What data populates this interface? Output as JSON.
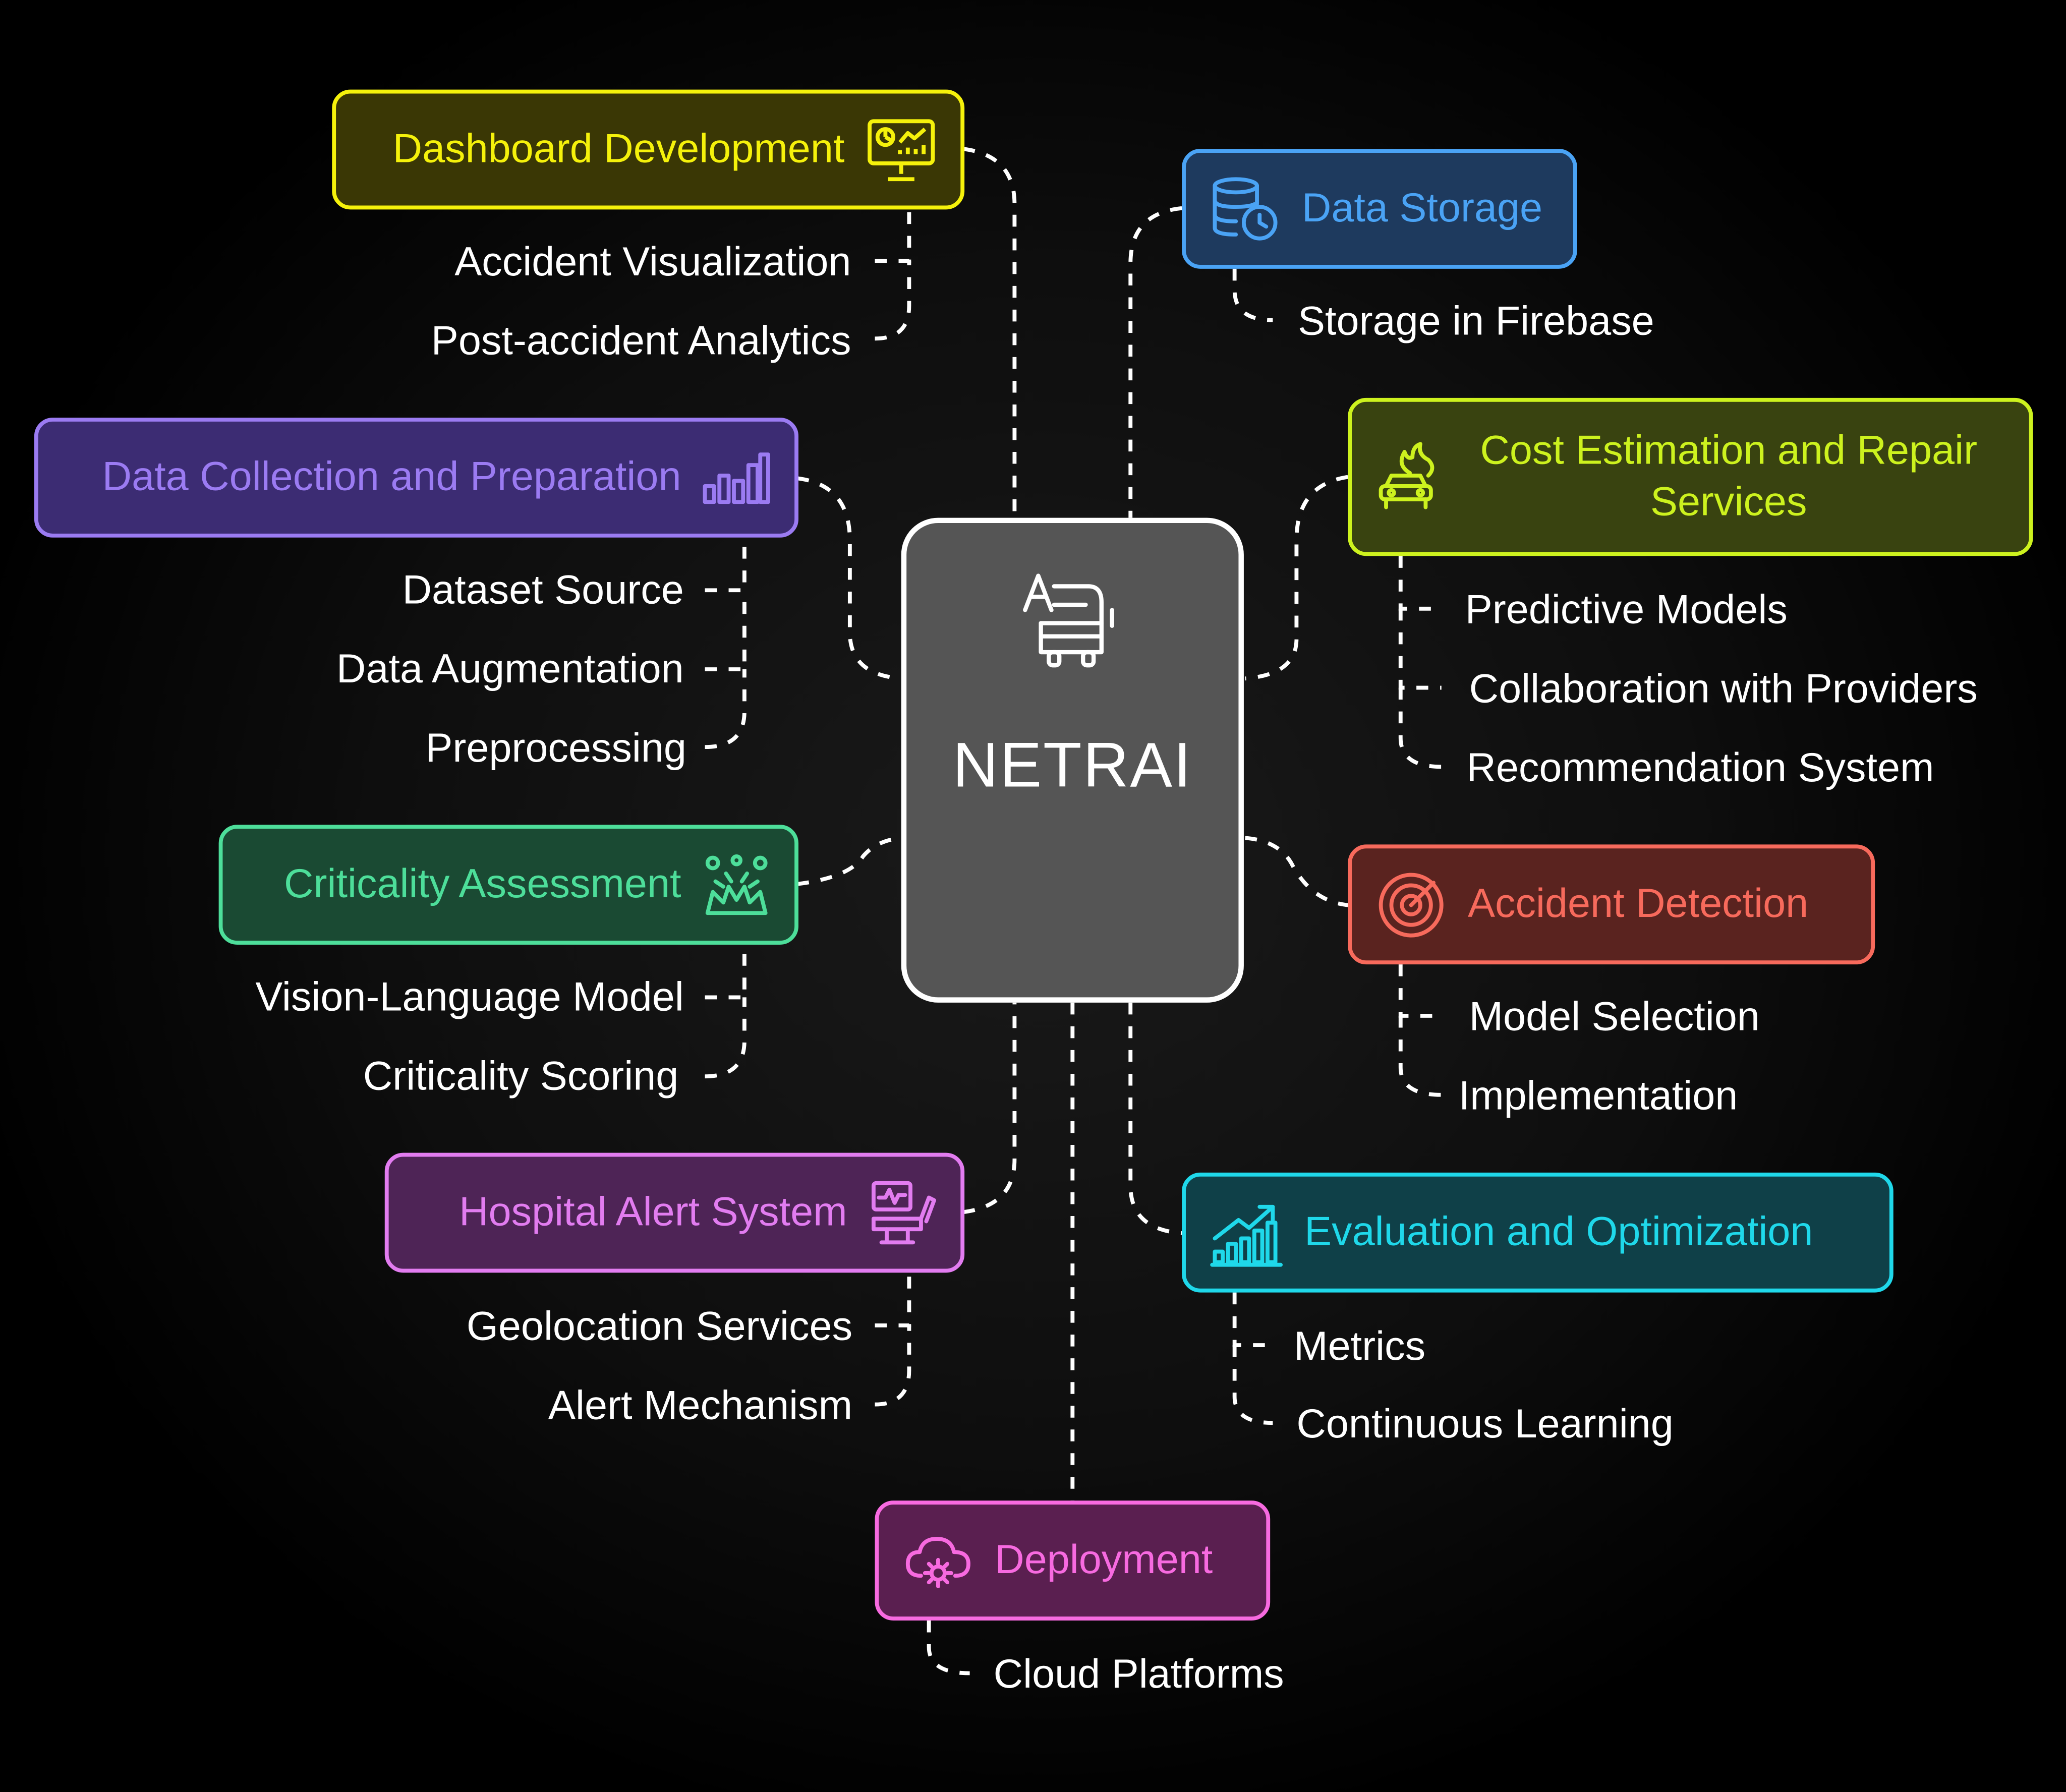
{
  "center": {
    "title": "NETRAI",
    "icon": "bus-text-icon"
  },
  "categories": {
    "dashboard": {
      "label": "Dashboard Development",
      "icon": "dashboard-monitor-icon",
      "color": "#f5f10b",
      "bg": "#3a3705",
      "items": [
        "Accident Visualization",
        "Post-accident Analytics"
      ]
    },
    "data_collection": {
      "label": "Data Collection and Preparation",
      "icon": "bar-chart-icon",
      "color": "#9b7bf2",
      "bg": "#3c2c73",
      "items": [
        "Dataset Source",
        "Data Augmentation",
        "Preprocessing"
      ]
    },
    "criticality": {
      "label": "Criticality Assessment",
      "icon": "spark-burst-icon",
      "color": "#4dde9a",
      "bg": "#1a4a33",
      "items": [
        "Vision-Language Model",
        "Criticality Scoring"
      ]
    },
    "hospital": {
      "label": "Hospital Alert System",
      "icon": "hospital-monitor-icon",
      "color": "#e27cf0",
      "bg": "#4e2456",
      "items": [
        "Geolocation Services",
        "Alert Mechanism"
      ]
    },
    "storage": {
      "label": "Data Storage",
      "icon": "database-clock-icon",
      "color": "#4aa3f5",
      "bg": "#1e3a5e",
      "items": [
        "Storage in Firebase"
      ]
    },
    "cost": {
      "label_line1": "Cost Estimation and Repair",
      "label_line2": "Services",
      "icon": "car-fire-icon",
      "color": "#cdf21e",
      "bg": "#394310",
      "items": [
        "Predictive Models",
        "Collaboration with Providers",
        "Recommendation System"
      ]
    },
    "detection": {
      "label": "Accident Detection",
      "icon": "radar-target-icon",
      "color": "#f76a5c",
      "bg": "#5a231f",
      "items": [
        "Model Selection",
        "Implementation"
      ]
    },
    "evaluation": {
      "label": "Evaluation and Optimization",
      "icon": "growth-chart-icon",
      "color": "#1fd8ea",
      "bg": "#0f4048",
      "items": [
        "Metrics",
        "Continuous Learning"
      ]
    },
    "deployment": {
      "label": "Deployment",
      "icon": "cloud-gear-icon",
      "color": "#f76ae0",
      "bg": "#5a1f50",
      "items": [
        "Cloud Platforms"
      ]
    }
  }
}
